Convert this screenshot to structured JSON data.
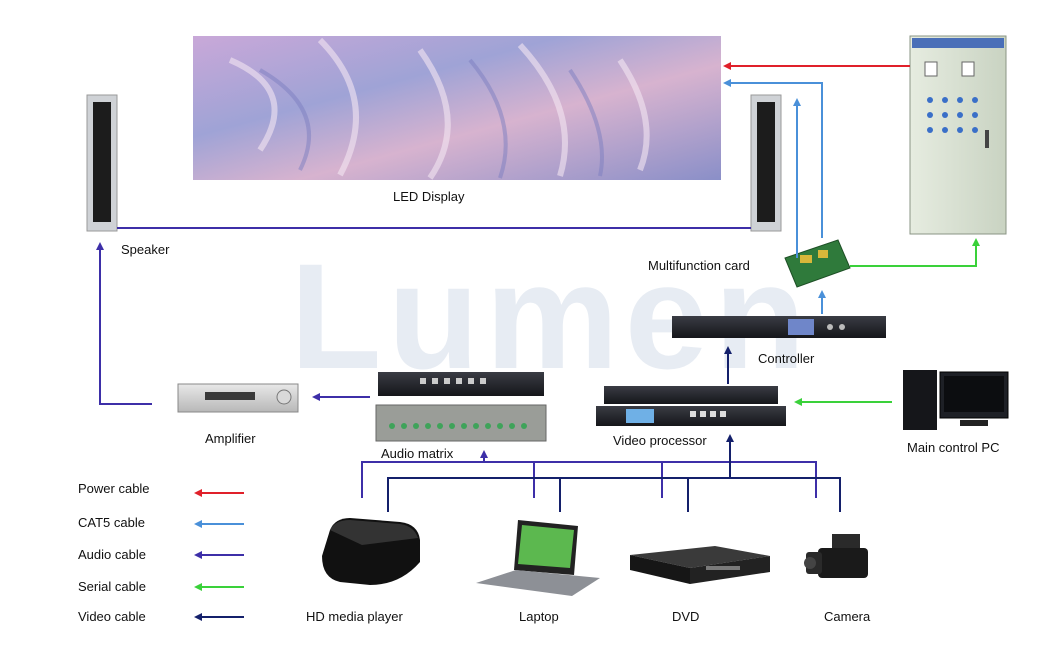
{
  "watermark": "Lumen",
  "labels": {
    "led_display": "LED Display",
    "speaker": "Speaker",
    "multifunction_card": "Multifunction card",
    "controller": "Controller",
    "amplifier": "Amplifier",
    "audio_matrix": "Audio  matrix",
    "video_processor": "Video processor",
    "main_control_pc": "Main control PC",
    "hd_media_player": "HD media player",
    "laptop": "Laptop",
    "dvd": "DVD",
    "camera": "Camera"
  },
  "legend": [
    {
      "label": "Power cable",
      "color": "#e0202a"
    },
    {
      "label": "CAT5 cable",
      "color": "#4a90d9"
    },
    {
      "label": "Audio cable",
      "color": "#3d2fa8"
    },
    {
      "label": "Serial cable",
      "color": "#3ad13a"
    },
    {
      "label": "Video cable",
      "color": "#14206b"
    }
  ],
  "colors": {
    "power": "#e0202a",
    "cat5": "#4a90d9",
    "audio": "#3d2fa8",
    "serial": "#3ad13a",
    "video": "#14206b"
  }
}
